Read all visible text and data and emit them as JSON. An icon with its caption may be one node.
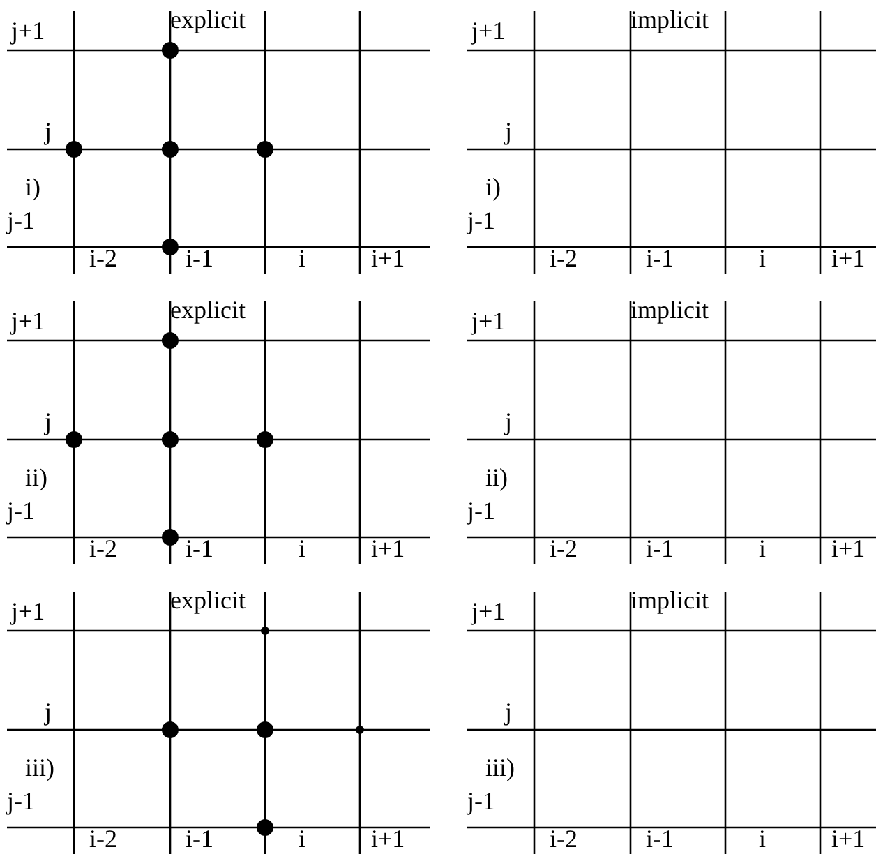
{
  "diagram": {
    "labels": [
      "j+1",
      "explicit",
      "j",
      "i)",
      "j-1",
      "i-2",
      "i-1",
      "i",
      "i+1",
      "j+1",
      "implicit",
      "j",
      "i)",
      "j-1",
      "i-2",
      "i-1",
      "i",
      "i+1",
      "j+1",
      "explicit",
      "j",
      "ii)",
      "j-1",
      "i-2",
      "i-1",
      "i",
      "i+1",
      "j+1",
      "implicit",
      "j",
      "ii)",
      "j-1",
      "i-2",
      "i-1",
      "i",
      "i+1",
      "j+1",
      "explicit",
      "j",
      "iii)",
      "j-1",
      "i-2",
      "i-1",
      "i",
      "i+1",
      "j+1",
      "implicit",
      "j",
      "iii)",
      "j-1",
      "i-2",
      "i-1",
      "i",
      "i+1"
    ]
  }
}
